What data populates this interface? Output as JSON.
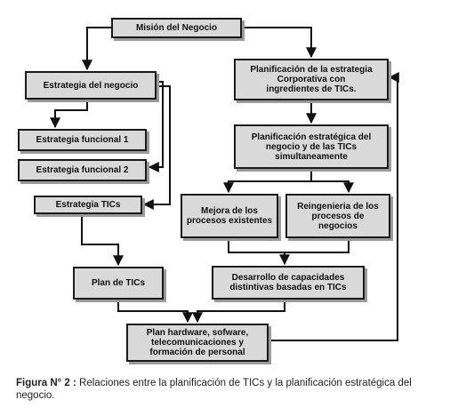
{
  "nodes": {
    "mision": "Misión del Negocio",
    "estrategia_negocio": "Estrategia del negocio",
    "estrategia_funcional_1": "Estrategia funcional 1",
    "estrategia_funcional_2": "Estrategia funcional 2",
    "estrategia_tics": "Estrategia  TICs",
    "plan_tics": "Plan de TICs",
    "planificacion_corporativa": "Planificación de la estrategia\nCorporativa  con\ningredientes de TICs.",
    "planificacion_simultanea": "Planificación estratégica  del\nnegocio y de las TICs\nsimultaneamente",
    "mejora_procesos": "Mejora de los\nprocesos existentes",
    "reingenieria": "Reingenieria  de los\nprocesos de\nnegocios",
    "desarrollo_capacidades": "Desarrollo  de capacidades\ndistintivas  basadas en TICs",
    "plan_hardware": "Plan  hardware, sofware,\ntelecomunicaciones y\nformación de personal"
  },
  "caption": {
    "label": "Figura N° 2 :",
    "text": " Relaciones entre la planificación de TICs y la planificación estratégica del negocio."
  },
  "colors": {
    "box_fill": "#d9d9d9",
    "box_border": "#1a1a1a",
    "box_shadow": "#9a9a9a",
    "line": "#111111"
  }
}
